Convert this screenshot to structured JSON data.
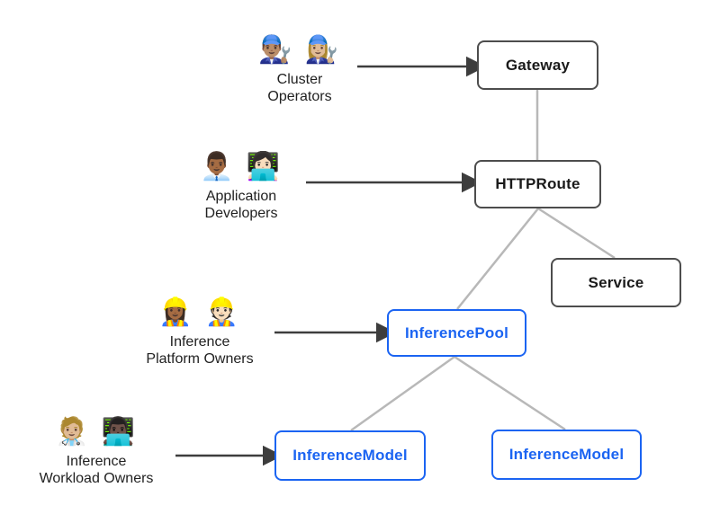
{
  "colors": {
    "background": "#ffffff",
    "edge": "#b8b8b8",
    "arrow": "#3d3d3d",
    "dark_node_border": "#4d4d4d",
    "dark_node_text": "#1a1a1a",
    "blue_node": "#1b64f2"
  },
  "actors": [
    {
      "emoji": "👨🏽‍🔧 👩🏼‍🔧",
      "label": "Cluster\nOperators"
    },
    {
      "emoji": "👨🏾‍💼 👩🏻‍💻",
      "label": "Application\nDevelopers"
    },
    {
      "emoji": "👷🏾‍♀️ 👷🏻",
      "label": "Inference\nPlatform Owners"
    },
    {
      "emoji": "🧑🏼‍⚕️ 👨🏿‍💻",
      "label": "Inference\nWorkload Owners"
    }
  ],
  "nodes": {
    "gateway": {
      "label": "Gateway",
      "style": "dark"
    },
    "httproute": {
      "label": "HTTPRoute",
      "style": "dark"
    },
    "service": {
      "label": "Service",
      "style": "dark"
    },
    "inference_pool": {
      "label": "InferencePool",
      "style": "blue"
    },
    "inference_model_left": {
      "label": "InferenceModel",
      "style": "blue"
    },
    "inference_model_right": {
      "label": "InferenceModel",
      "style": "blue"
    }
  }
}
